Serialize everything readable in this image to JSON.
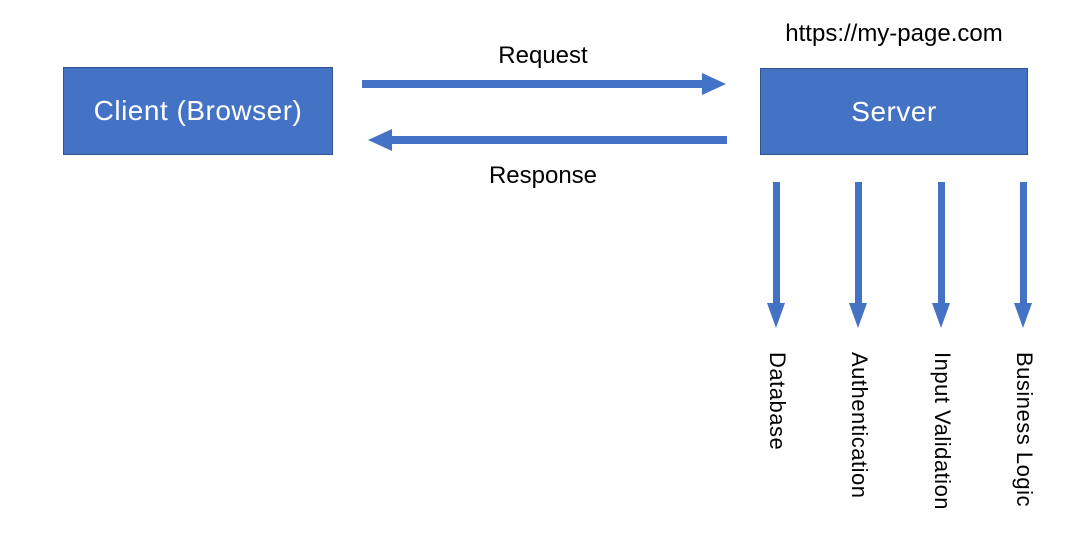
{
  "diagram": {
    "client": {
      "label": "Client (Browser)"
    },
    "server": {
      "label": "Server",
      "url": "https://my-page.com"
    },
    "flows": {
      "request": "Request",
      "response": "Response"
    },
    "functions": [
      {
        "label": "Database"
      },
      {
        "label": "Authentication"
      },
      {
        "label": "Input Validation"
      },
      {
        "label": "Business Logic"
      }
    ],
    "colors": {
      "shape_fill": "#4472c4",
      "shape_border": "#2f5490",
      "arrow": "#4472c4",
      "label_text": "#000000",
      "shape_text": "#ffffff",
      "page_bg": "#ffffff"
    }
  }
}
